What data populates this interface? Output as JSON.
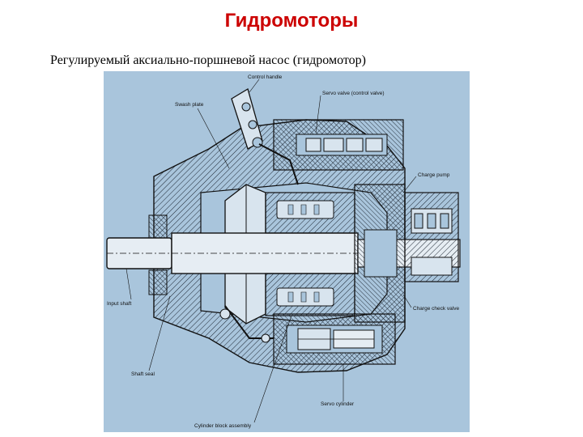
{
  "page": {
    "title": "Гидромоторы",
    "subtitle": "Регулируемый аксиально-поршневой насос (гидромотор)"
  },
  "diagram": {
    "background": "#a9c5dc",
    "labels": {
      "control_handle": "Control handle",
      "swash_plate": "Swash plate",
      "servo_valve": "Servo valve (control valve)",
      "charge_pump": "Charge pump",
      "input_shaft": "Input shaft",
      "charge_check_valve": "Charge check valve",
      "shaft_seal": "Shaft seal",
      "servo_cylinder": "Servo cylinder",
      "cylinder_block_assembly": "Cylinder block assembly"
    }
  }
}
